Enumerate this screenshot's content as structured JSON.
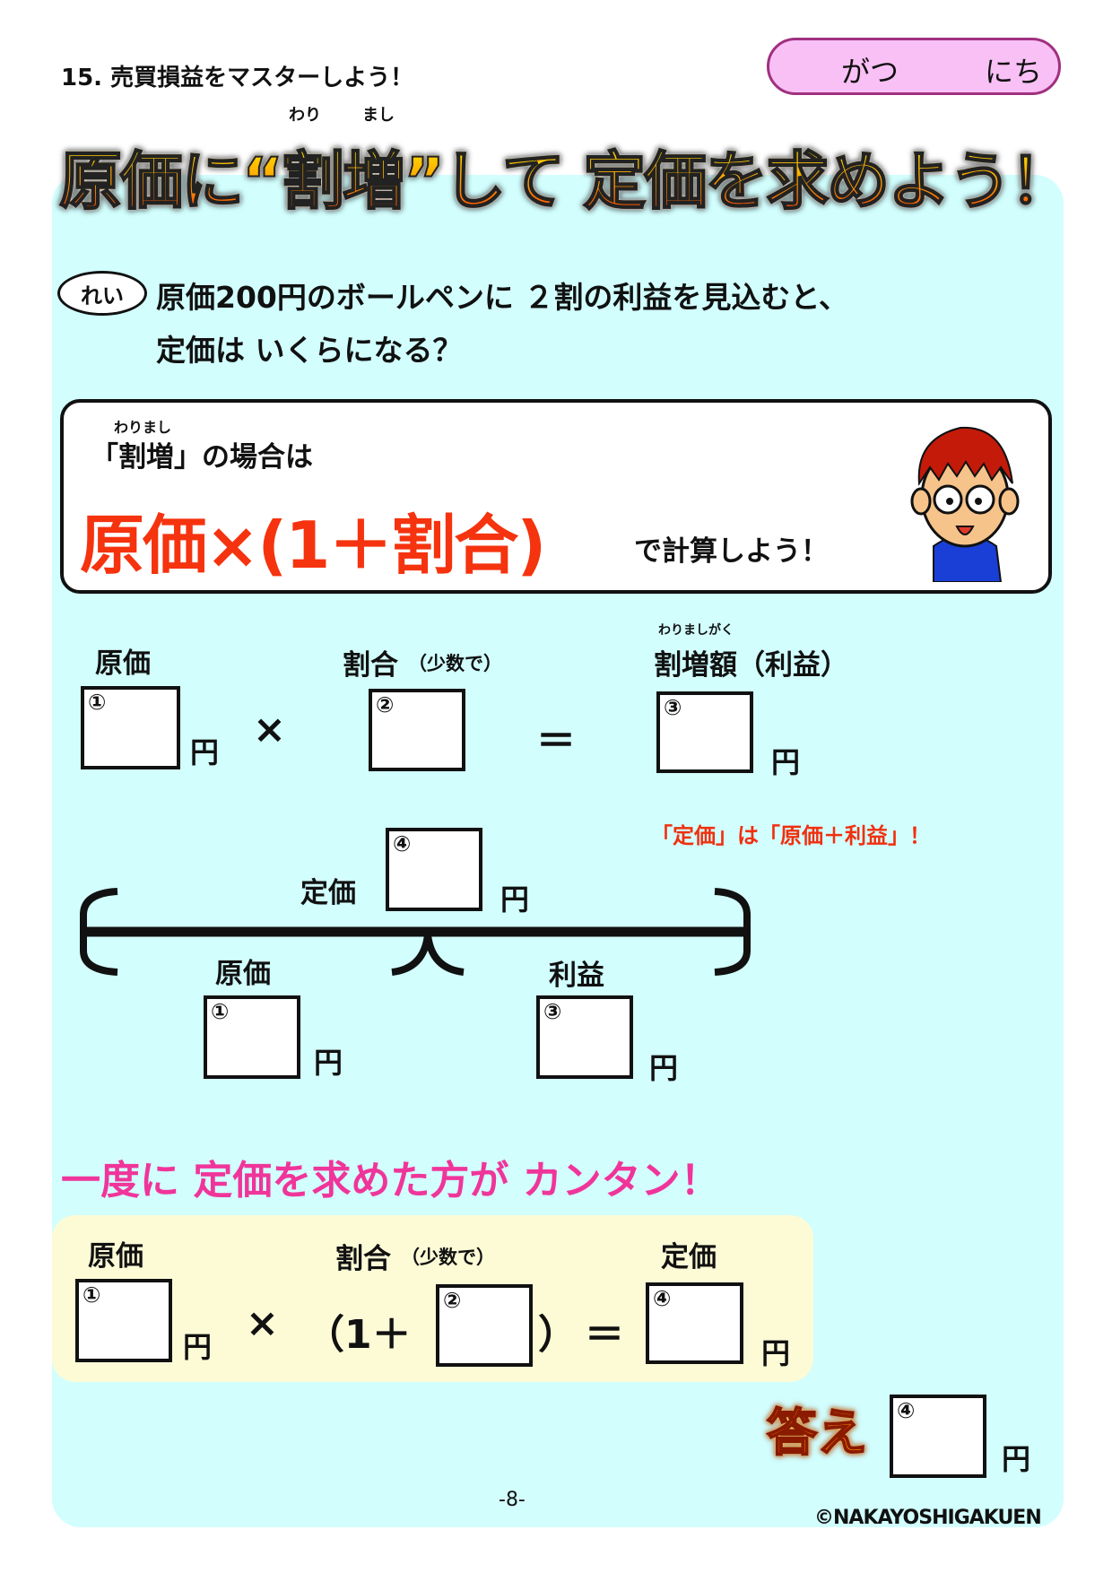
{
  "header": {
    "unit_title": "15. 売買損益をマスターしよう！",
    "date_month": "がつ",
    "date_day": "にち"
  },
  "title": {
    "furigana_wari": "わり",
    "furigana_mashi": "まし",
    "text": "原価に“割増”して 定価を求めよう！"
  },
  "example": {
    "badge": "れい",
    "line1": "原価200円のボールペンに ２割の利益を見込むと、",
    "line2": "定価は いくらになる？"
  },
  "formula_box": {
    "furigana": "わりまし",
    "heading": "「割増」の場合は",
    "formula": "原価×(1＋割合)",
    "suffix": "で計算しよう！"
  },
  "row1": {
    "label_cost": "原価",
    "label_rate": "割合",
    "label_rate_note": "（少数で）",
    "furigana_amount": "わりましがく",
    "label_amount": "割増額（利益）",
    "n1": "①",
    "n2": "②",
    "n3": "③",
    "yen": "円",
    "times": "×",
    "equals": "＝"
  },
  "diagram": {
    "note": "「定価」は「原価＋利益」！",
    "label_price": "定価",
    "label_cost": "原価",
    "label_profit": "利益",
    "n1": "①",
    "n3": "③",
    "n4": "④",
    "yen": "円"
  },
  "shortcut": {
    "headline": "一度に 定価を求めた方が カンタン！",
    "label_cost": "原価",
    "label_rate": "割合",
    "label_rate_note": "（少数で）",
    "label_price": "定価",
    "n1": "①",
    "n2": "②",
    "n4": "④",
    "yen": "円",
    "times": "×",
    "open": "（1＋",
    "close": "）",
    "equals": "＝"
  },
  "answer": {
    "badge": "答え",
    "n4": "④",
    "yen": "円"
  },
  "footer": {
    "page": "-8-",
    "copyright": "©NAKAYOSHIGAKUEN"
  }
}
